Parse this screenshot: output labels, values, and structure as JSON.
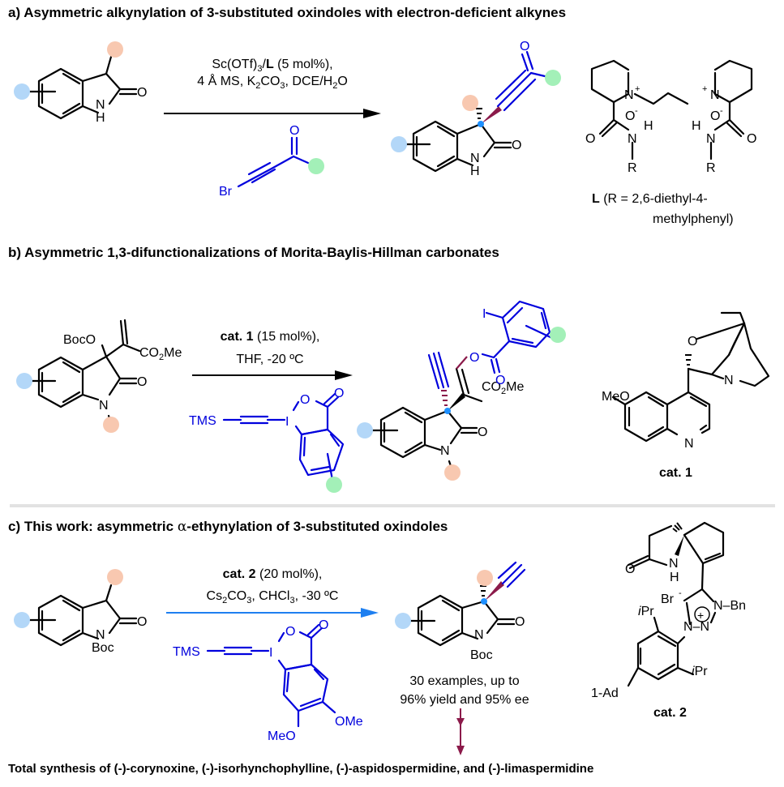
{
  "colors": {
    "substituent_ring": "#b3d7f8",
    "substituent_c3": "#f8c8b0",
    "substituent_alkyne": "#a3f0b8",
    "stereocenter": "#1e90ff",
    "reagent": "#0000dd",
    "new_bond": "#8b1a4a",
    "arrow_c": "#1e7ff0",
    "catalyst_box": "#e6e6e6"
  },
  "section_a": {
    "heading": "a) Asymmetric alkynylation of 3-substituted oxindoles with electron-deficient alkynes",
    "conditions_line1_pre": "Sc(OTf)",
    "conditions_line1_sub": "3",
    "conditions_line1_bold": "L",
    "conditions_line1_post": " (5 mol%),",
    "conditions_line2": [
      "4 Å MS, K",
      "2",
      "CO",
      "3",
      ", DCE/H",
      "2",
      "O"
    ],
    "reagent_label_br": "Br",
    "reagent_label_o": "O",
    "substrate_labels": {
      "o": "O",
      "n": "N",
      "h": "H"
    },
    "ligand": {
      "labels": {
        "n_plus": "N",
        "plus": "+",
        "o_minus": "O",
        "minus": "-",
        "h": "H",
        "o": "O",
        "n": "N",
        "r": "R"
      },
      "caption_bold": "L",
      "caption_line1": " (R = 2,6-diethyl-4-",
      "caption_line2": "methylphenyl)"
    }
  },
  "section_b": {
    "heading": "b) Asymmetric 1,3-difunctionalizations of Morita-Baylis-Hillman carbonates",
    "conditions_bold": "cat. 1",
    "conditions_line1": " (15 mol%),",
    "conditions_line2": "THF, -20 ºC",
    "substrate_labels": {
      "boco": "BocO",
      "co2me": "CO",
      "co2me_sub": "2",
      "co2me_end": "Me",
      "o": "O",
      "n": "N"
    },
    "reagent_labels": {
      "tms": "TMS",
      "i": "I",
      "o": "O"
    },
    "product_labels": {
      "i": "I",
      "o": "O"
    },
    "catalyst": {
      "meo": "MeO",
      "o": "O",
      "n": "N",
      "caption": "cat. 1"
    }
  },
  "section_c": {
    "heading_pre": "c) This work: asymmetric ",
    "heading_alpha": "α",
    "heading_post": "-ethynylation of 3-substituted oxindoles",
    "conditions_bold": "cat. 2",
    "conditions_line1": " (20 mol%),",
    "conditions_line2": [
      "Cs",
      "2",
      "CO",
      "3",
      ", CHCl",
      "3",
      ", -30 ºC"
    ],
    "substrate_labels": {
      "o": "O",
      "n": "N",
      "boc": "Boc"
    },
    "reagent_labels": {
      "tms": "TMS",
      "i": "I",
      "o": "O",
      "ome": "OMe",
      "meo": "MeO"
    },
    "result_line1": "30 examples, up to",
    "result_line2": "96% yield and 95% ee",
    "catalyst": {
      "o": "O",
      "n": "N",
      "h": "H",
      "br": "Br",
      "minus": "-",
      "plus": "+",
      "bn": "N–Bn",
      "nn": "N–N",
      "ipr_i": "i",
      "ipr": "Pr",
      "ad": "1-Ad",
      "caption": "cat. 2"
    }
  },
  "footer": "Total synthesis of (-)-corynoxine, (-)-isorhynchophylline, (-)-aspidospermidine, and (-)-limaspermidine"
}
